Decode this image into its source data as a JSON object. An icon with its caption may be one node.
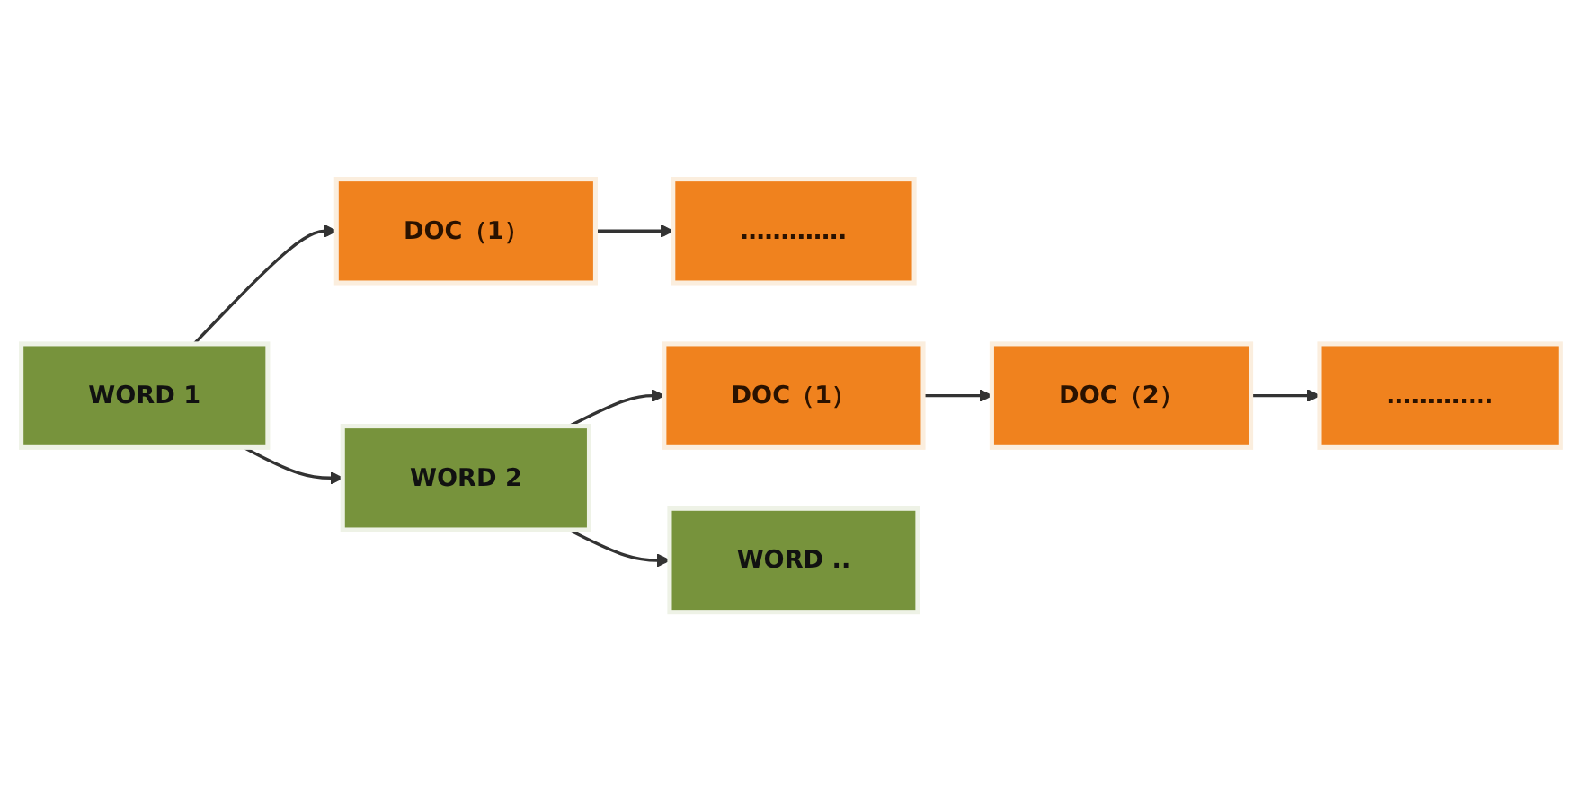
{
  "diagram": {
    "nodes": [
      {
        "text": [
          "WORD 1"
        ]
      },
      {
        "text": [
          "DOC（1）"
        ]
      },
      {
        "text": [
          "…………."
        ]
      },
      {
        "text": [
          "WORD 2"
        ]
      },
      {
        "text": [
          "DOC（1）"
        ]
      },
      {
        "text": [
          "DOC（2）"
        ]
      },
      {
        "text": [
          "…………."
        ]
      },
      {
        "text": [
          "WORD .."
        ]
      }
    ],
    "edges": [
      {
        "from": 0,
        "to": 1,
        "arrow": "to"
      },
      {
        "from": 1,
        "to": 2,
        "arrow": "to"
      },
      {
        "from": 0,
        "to": 3,
        "arrow": "to"
      },
      {
        "from": 3,
        "to": 4,
        "arrow": "to"
      },
      {
        "from": 4,
        "to": 5,
        "arrow": "to"
      },
      {
        "from": 5,
        "to": 6,
        "arrow": "to"
      },
      {
        "from": 3,
        "to": 7,
        "arrow": "to"
      }
    ]
  }
}
